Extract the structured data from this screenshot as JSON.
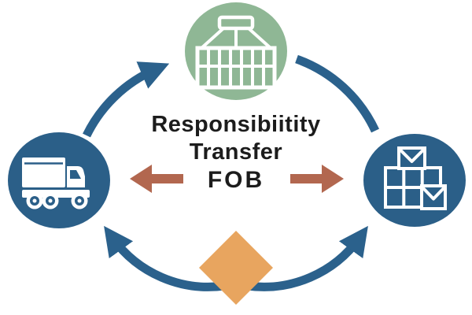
{
  "diagram": {
    "center_text": {
      "line1": "Responsibiitity",
      "line2": "Transfer",
      "line3": "FOB"
    },
    "nodes": [
      {
        "id": "truck",
        "position": "left",
        "shape": "circle",
        "color": "blue",
        "icon": "truck-icon"
      },
      {
        "id": "container-crane",
        "position": "top",
        "shape": "circle",
        "color": "green",
        "icon": "container-crane-icon"
      },
      {
        "id": "cargo-boxes",
        "position": "right",
        "shape": "circle",
        "color": "blue",
        "icon": "cargo-boxes-icon"
      },
      {
        "id": "diamond-marker",
        "position": "bottom",
        "shape": "diamond",
        "color": "orange",
        "icon": "diamond-shape"
      }
    ],
    "connectors": [
      {
        "from": "left",
        "to": "top",
        "style": "curved",
        "arrowhead": true
      },
      {
        "from": "top",
        "to": "right",
        "style": "curved",
        "arrowhead": false
      },
      {
        "from": "bottom",
        "to": "left",
        "style": "curved",
        "arrowhead": true
      },
      {
        "from": "bottom",
        "to": "right",
        "style": "curved",
        "arrowhead": true
      },
      {
        "from": "center",
        "to": "left",
        "style": "straight",
        "arrowhead": true
      },
      {
        "from": "center",
        "to": "right",
        "style": "straight",
        "arrowhead": true
      }
    ]
  },
  "colors": {
    "background": "#ffffff",
    "node_blue": "#2b5f88",
    "node_green": "#8fb795",
    "arc_blue": "#2b618c",
    "arrow_rust": "#b2674f",
    "diamond_orange": "#e8a55f",
    "icon_white": "#ffffff",
    "text_black": "#1c1c1c"
  }
}
